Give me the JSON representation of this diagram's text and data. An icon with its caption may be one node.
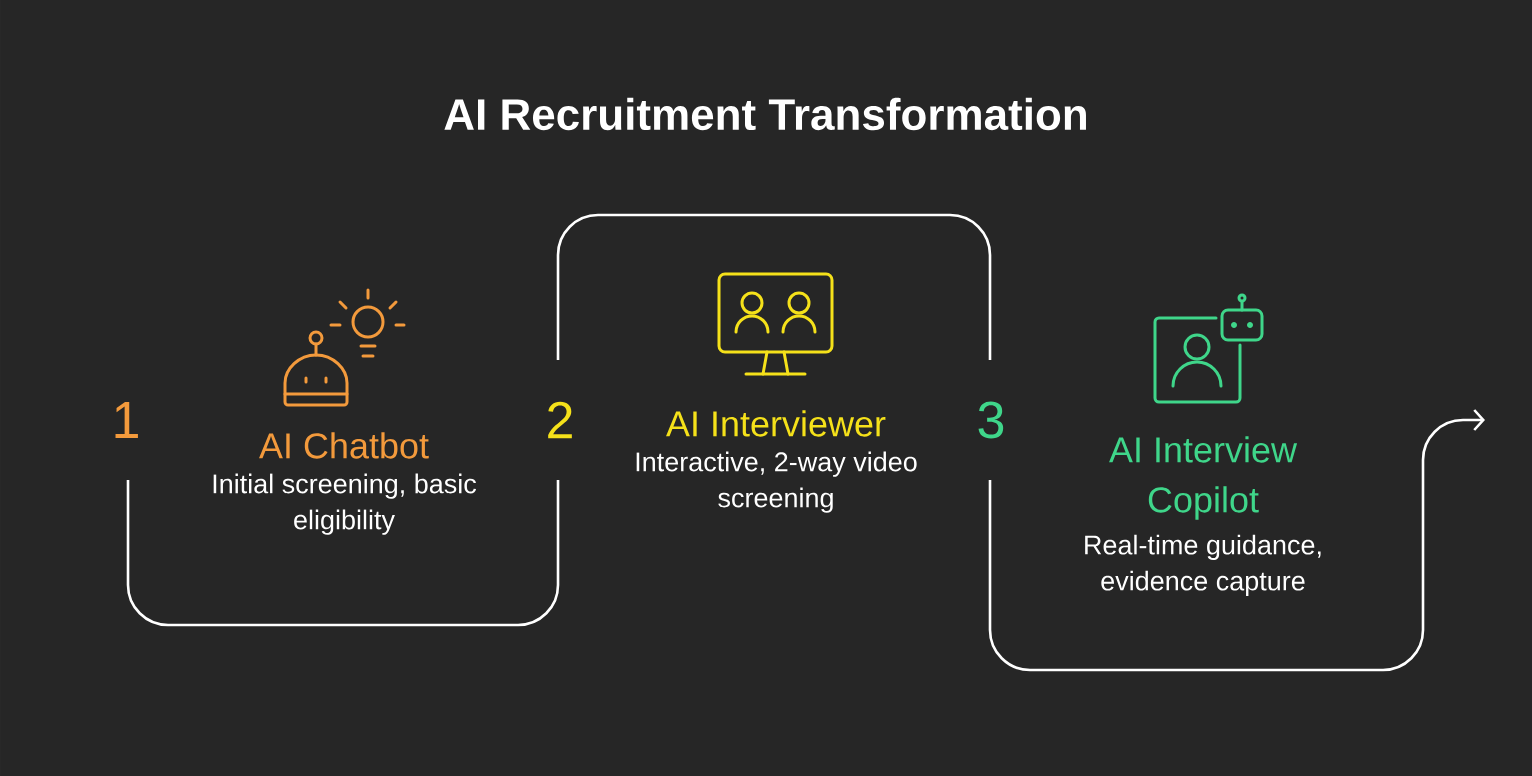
{
  "diagram": {
    "title": "AI Recruitment Transformation",
    "nodes": [
      {
        "text": [
          "AI Chatbot",
          "Initial screening, basic eligibility"
        ],
        "beside": [
          "1"
        ]
      },
      {
        "text": [
          "AI Interviewer",
          "Interactive, 2-way video screening"
        ],
        "beside": [
          "2"
        ]
      },
      {
        "text": [
          "AI Interview Copilot",
          "Real-time guidance, evidence capture"
        ],
        "beside": [
          "3"
        ]
      }
    ]
  }
}
